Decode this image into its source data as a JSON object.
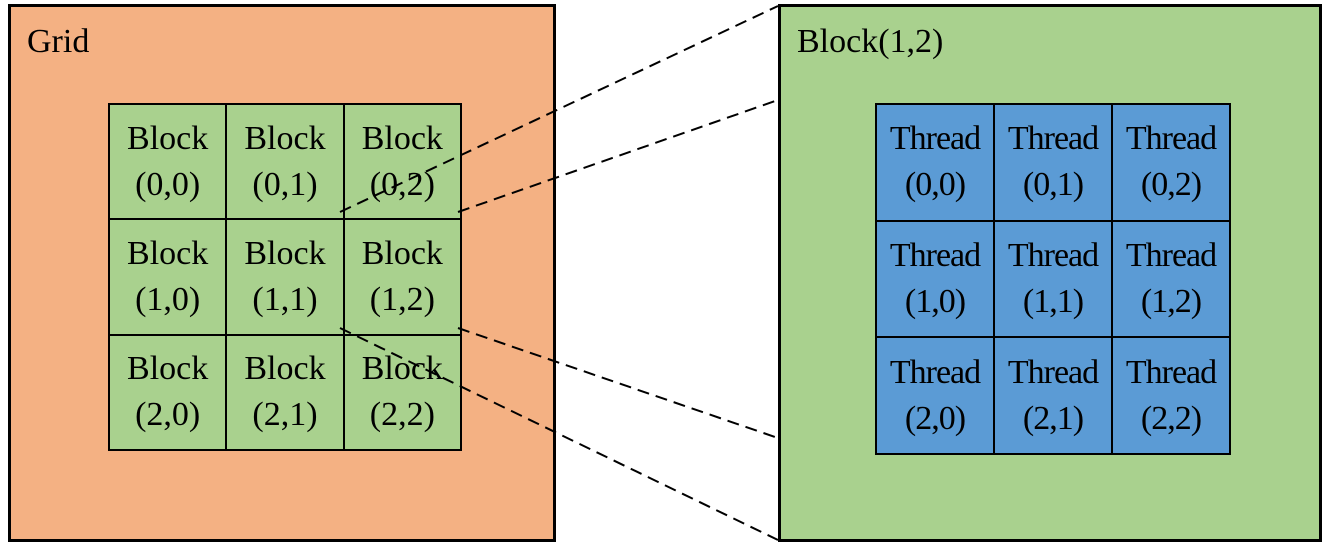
{
  "colors": {
    "grid_fill": "#f4b183",
    "block_fill": "#a9d18e",
    "thread_fill": "#5b9bd5",
    "border": "#000000"
  },
  "grid_panel": {
    "title": "Grid",
    "cells": [
      {
        "word": "Block",
        "index": "(0,0)"
      },
      {
        "word": "Block",
        "index": "(0,1)"
      },
      {
        "word": "Block",
        "index": "(0,2)"
      },
      {
        "word": "Block",
        "index": "(1,0)"
      },
      {
        "word": "Block",
        "index": "(1,1)"
      },
      {
        "word": "Block",
        "index": "(1,2)"
      },
      {
        "word": "Block",
        "index": "(2,0)"
      },
      {
        "word": "Block",
        "index": "(2,1)"
      },
      {
        "word": "Block",
        "index": "(2,2)"
      }
    ]
  },
  "block_panel": {
    "title": "Block(1,2)",
    "cells": [
      {
        "word": "Thread",
        "index": "(0,0)"
      },
      {
        "word": "Thread",
        "index": "(0,1)"
      },
      {
        "word": "Thread",
        "index": "(0,2)"
      },
      {
        "word": "Thread",
        "index": "(1,0)"
      },
      {
        "word": "Thread",
        "index": "(1,1)"
      },
      {
        "word": "Thread",
        "index": "(1,2)"
      },
      {
        "word": "Thread",
        "index": "(2,0)"
      },
      {
        "word": "Thread",
        "index": "(2,1)"
      },
      {
        "word": "Thread",
        "index": "(2,2)"
      }
    ]
  }
}
